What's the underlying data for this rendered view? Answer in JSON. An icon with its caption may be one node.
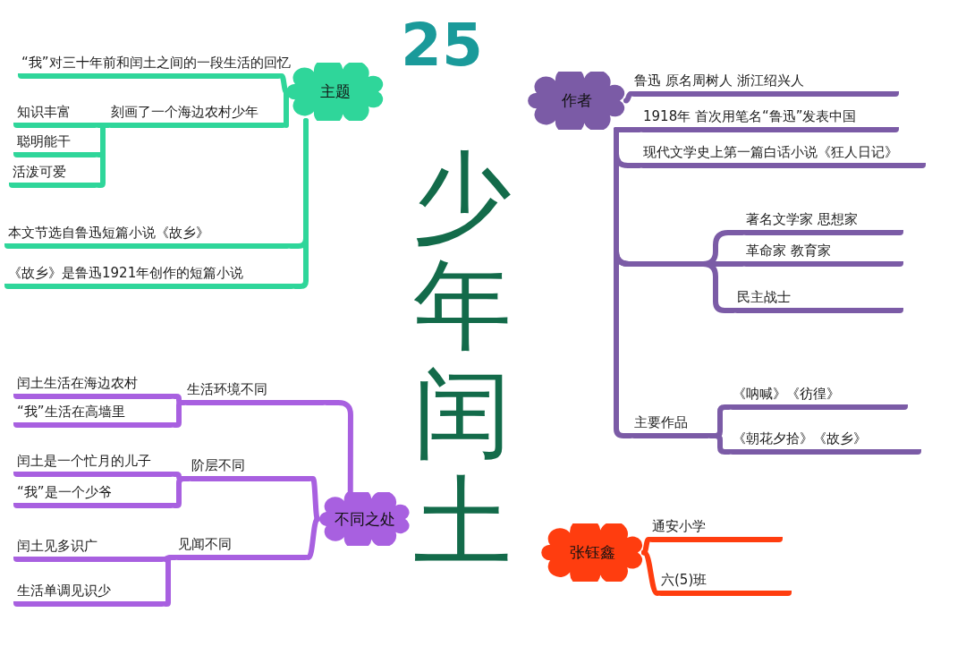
{
  "diagram": {
    "title": "少年闰土",
    "nodes": [
      {
        "text": [
          "主题"
        ]
      },
      {
        "text": [
          "“我”对三十年前和闰土之间的一段生活的回忆"
        ]
      },
      {
        "text": [
          "刻画了一个海边农村少年"
        ]
      },
      {
        "text": [
          "知识丰富"
        ]
      },
      {
        "text": [
          "聪明能干"
        ]
      },
      {
        "text": [
          "活泼可爱"
        ]
      },
      {
        "text": [
          "本文节选自鲁迅短篇小说《故乡》"
        ]
      },
      {
        "text": [
          "《故乡》是鲁迅1921年创作的短篇小说"
        ]
      },
      {
        "text": [
          "作者"
        ]
      },
      {
        "text": [
          "鲁迅 原名周树人 浙江绍兴人"
        ]
      },
      {
        "text": [
          "1918年 首次用笔名“鲁迅”发表中国"
        ]
      },
      {
        "text": [
          "现代文学史上第一篇白话小说《狂人日记》"
        ]
      },
      {
        "text": [
          "著名文学家 思想家"
        ]
      },
      {
        "text": [
          "革命家 教育家"
        ]
      },
      {
        "text": [
          "民主战士"
        ]
      },
      {
        "text": [
          "主要作品"
        ]
      },
      {
        "text": [
          "《呐喊》《彷徨》"
        ]
      },
      {
        "text": [
          "《朝花夕拾》《故乡》"
        ]
      },
      {
        "text": [
          "不同之处"
        ]
      },
      {
        "text": [
          "生活环境不同"
        ]
      },
      {
        "text": [
          "闰土生活在海边农村"
        ]
      },
      {
        "text": [
          "“我”生活在高墙里"
        ]
      },
      {
        "text": [
          "阶层不同"
        ]
      },
      {
        "text": [
          "闰土是一个忙月的儿子"
        ]
      },
      {
        "text": [
          "“我”是一个少爷"
        ]
      },
      {
        "text": [
          "见闻不同"
        ]
      },
      {
        "text": [
          "闰土见多识广"
        ]
      },
      {
        "text": [
          "生活单调见识少"
        ]
      },
      {
        "text": [
          "张钰鑫"
        ]
      },
      {
        "text": [
          "通安小学"
        ]
      },
      {
        "text": [
          "六(5)班"
        ]
      }
    ],
    "edges": [
      {
        "from": 0,
        "to": 1,
        "arrow": "none",
        "color": "#2fd69a"
      },
      {
        "from": 0,
        "to": 2,
        "arrow": "none",
        "color": "#2fd69a"
      },
      {
        "from": 2,
        "to": 3,
        "arrow": "none",
        "color": "#2fd69a"
      },
      {
        "from": 2,
        "to": 4,
        "arrow": "none",
        "color": "#2fd69a"
      },
      {
        "from": 2,
        "to": 5,
        "arrow": "none",
        "color": "#2fd69a"
      },
      {
        "from": 0,
        "to": 6,
        "arrow": "none",
        "color": "#2fd69a"
      },
      {
        "from": 0,
        "to": 7,
        "arrow": "none",
        "color": "#2fd69a"
      },
      {
        "from": 8,
        "to": 9,
        "arrow": "none"
      },
      {
        "from": 8,
        "to": 10,
        "arrow": "none"
      },
      {
        "from": 8,
        "to": 11,
        "arrow": "none"
      },
      {
        "from": 8,
        "to": 12,
        "arrow": "none"
      },
      {
        "from": 8,
        "to": 13,
        "arrow": "none"
      },
      {
        "from": 8,
        "to": 14,
        "arrow": "none"
      },
      {
        "from": 8,
        "to": 15,
        "arrow": "none"
      },
      {
        "from": 15,
        "to": 16,
        "arrow": "none"
      },
      {
        "from": 15,
        "to": 17,
        "arrow": "none"
      },
      {
        "from": 18,
        "to": 19,
        "arrow": "none",
        "color": "#a860e0"
      },
      {
        "from": 19,
        "to": 20,
        "arrow": "none",
        "color": "#a860e0"
      },
      {
        "from": 19,
        "to": 21,
        "arrow": "none",
        "color": "#a860e0"
      },
      {
        "from": 18,
        "to": 22,
        "arrow": "none",
        "color": "#a860e0"
      },
      {
        "from": 22,
        "to": 23,
        "arrow": "none",
        "color": "#a860e0"
      },
      {
        "from": 22,
        "to": 24,
        "arrow": "none",
        "color": "#a860e0"
      },
      {
        "from": 18,
        "to": 25,
        "arrow": "none",
        "color": "#a860e0"
      },
      {
        "from": 25,
        "to": 26,
        "arrow": "none",
        "color": "#a860e0"
      },
      {
        "from": 25,
        "to": 27,
        "arrow": "none",
        "color": "#a860e0"
      },
      {
        "from": 28,
        "to": 29,
        "arrow": "none",
        "color": "#ff3d0f"
      },
      {
        "from": 28,
        "to": 30,
        "arrow": "none",
        "color": "#ff3d0f"
      }
    ],
    "labels": [
      "25"
    ]
  }
}
